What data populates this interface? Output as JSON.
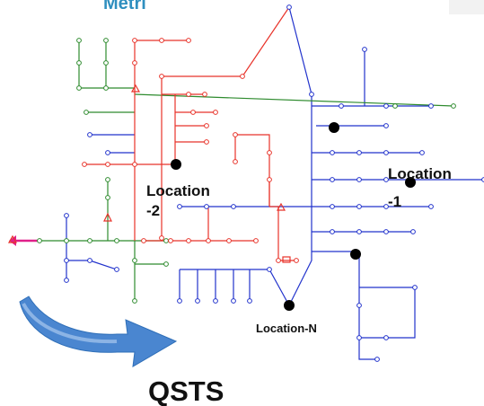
{
  "header_partial_text": "Metri",
  "colors": {
    "red_feeder": "#e8332a",
    "green_feeder": "#2e8b2e",
    "blue_feeder": "#2233cc",
    "source": "#e0208a",
    "arrow_fill": "#4a86d0",
    "location_dot": "#000000"
  },
  "labels": {
    "location_1": [
      "Location",
      "-1"
    ],
    "location_2": [
      "Location",
      "-2"
    ],
    "location_n": "Location-N",
    "qsts": "QSTS"
  },
  "icons": {
    "arrow": "curved-arrow-icon",
    "regulator": "triangle-regulator-icon"
  }
}
